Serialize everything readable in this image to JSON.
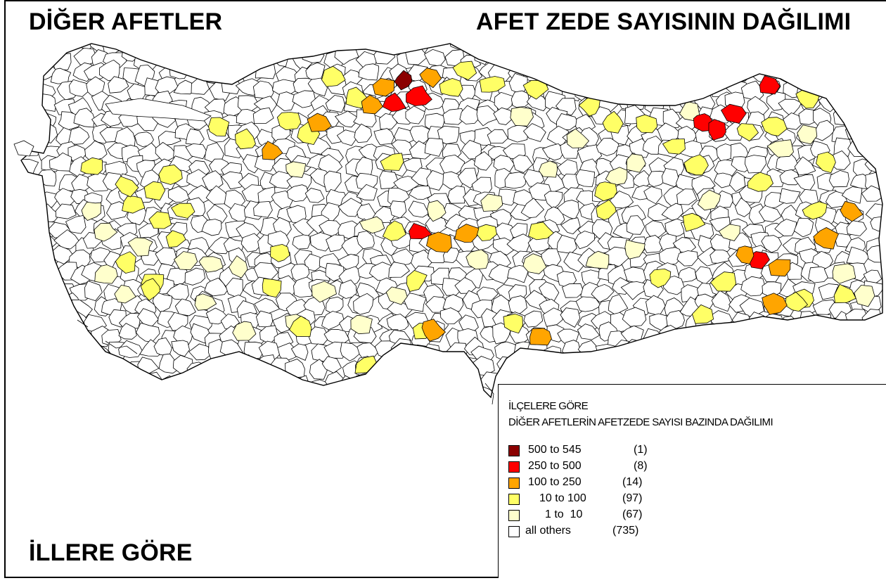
{
  "titles": {
    "top_left": "DİĞER AFETLER",
    "top_right": "AFET ZEDE SAYISININ DAĞILIMI",
    "bottom_left": "İLLERE GÖRE"
  },
  "legend": {
    "heading1": "İLÇELERE GÖRE",
    "heading2": "DİĞER AFETLERİN AFETZEDE SAYISI BAZINDA DAĞILIMI",
    "classes": [
      {
        "range": "500 to 545",
        "count": "(1)",
        "color": "#8b0000"
      },
      {
        "range": "250 to 500",
        "count": "(8)",
        "color": "#ff0000"
      },
      {
        "range": "100 to 250",
        "count": "(14)",
        "color": "#ffa500"
      },
      {
        "range": "10 to 100",
        "count": "(97)",
        "color": "#ffff66"
      },
      {
        "range": "1 to  10",
        "count": "(67)",
        "color": "#ffffcc"
      },
      {
        "range": "all others",
        "count": "(735)",
        "color": "#ffffff"
      }
    ]
  }
}
